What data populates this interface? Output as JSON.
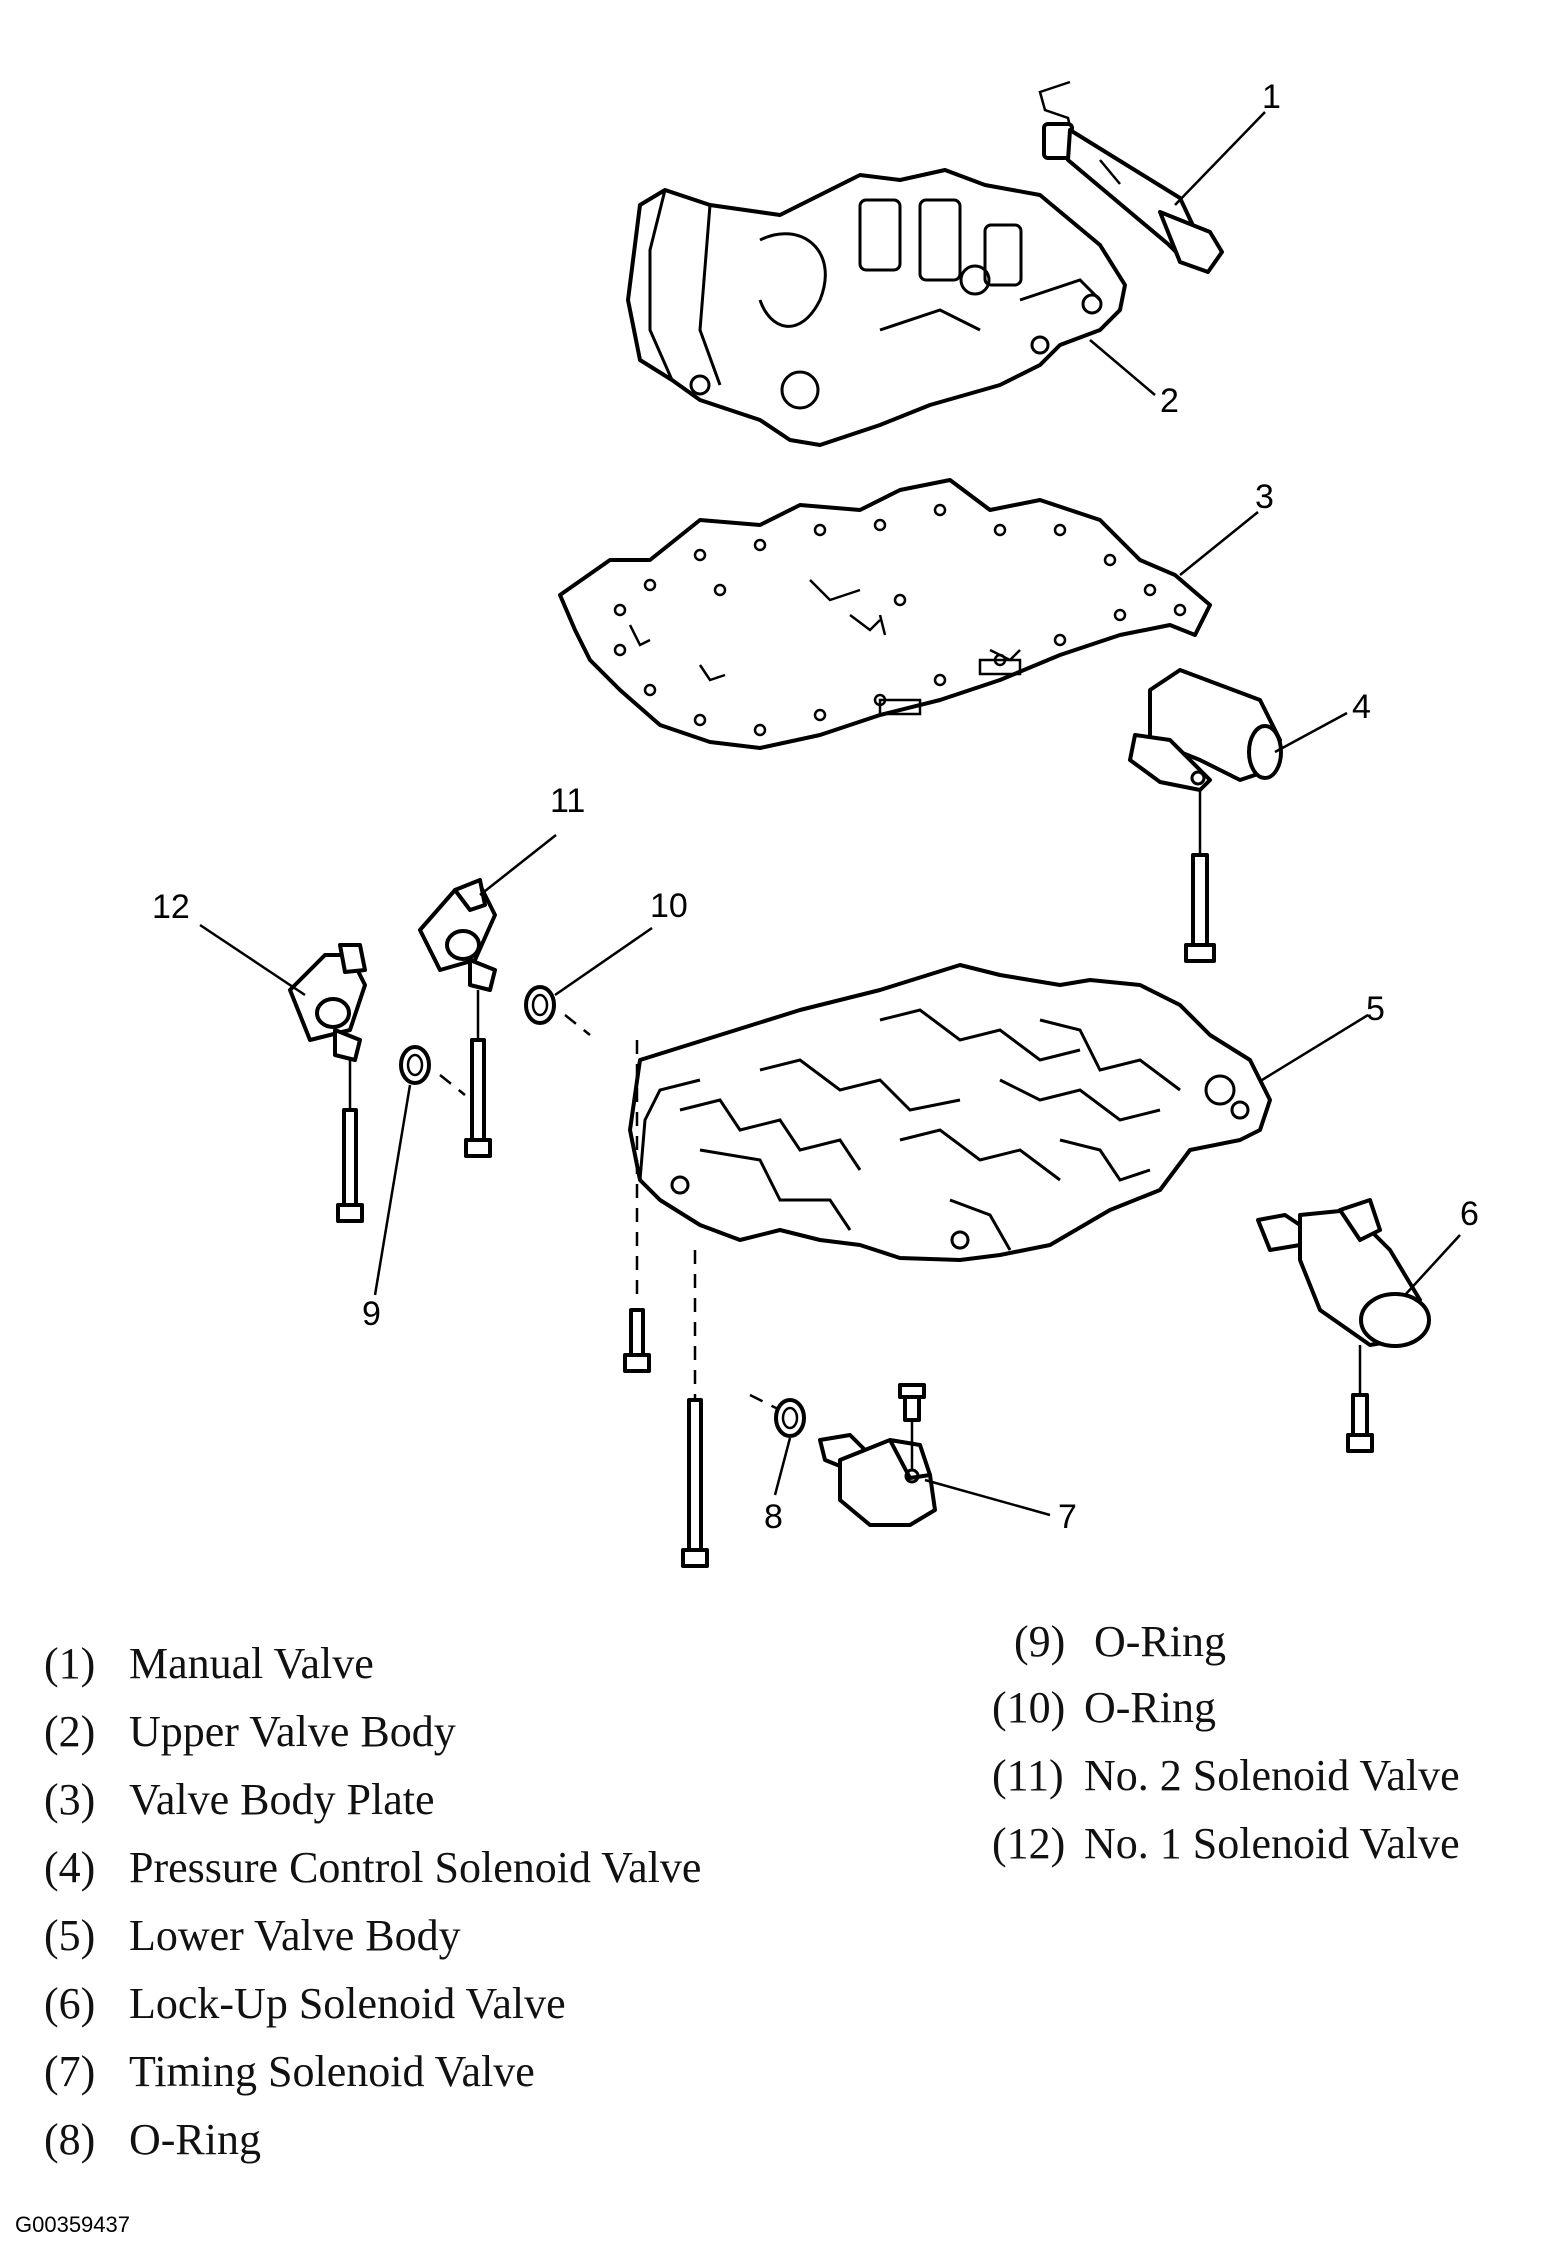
{
  "callouts": [
    {
      "n": "1",
      "name": "Manual Valve"
    },
    {
      "n": "2",
      "name": "Upper Valve Body"
    },
    {
      "n": "3",
      "name": "Valve Body Plate"
    },
    {
      "n": "4",
      "name": "Pressure Control Solenoid Valve"
    },
    {
      "n": "5",
      "name": "Lower Valve Body"
    },
    {
      "n": "6",
      "name": "Lock-Up Solenoid Valve"
    },
    {
      "n": "7",
      "name": "Timing Solenoid Valve"
    },
    {
      "n": "8",
      "name": "O-Ring"
    },
    {
      "n": "9",
      "name": "O-Ring"
    },
    {
      "n": "10",
      "name": "O-Ring"
    },
    {
      "n": "11",
      "name": "No. 2 Solenoid Valve"
    },
    {
      "n": "12",
      "name": "No. 1 Solenoid Valve"
    }
  ],
  "legend_left": [
    {
      "num": "(1)",
      "label": "Manual Valve"
    },
    {
      "num": "(2)",
      "label": "Upper Valve Body"
    },
    {
      "num": "(3)",
      "label": "Valve Body Plate"
    },
    {
      "num": "(4)",
      "label": "Pressure Control Solenoid Valve"
    },
    {
      "num": "(5)",
      "label": "Lower Valve Body"
    },
    {
      "num": "(6)",
      "label": "Lock-Up Solenoid Valve"
    },
    {
      "num": "(7)",
      "label": "Timing Solenoid Valve"
    },
    {
      "num": "(8)",
      "label": "O-Ring"
    }
  ],
  "legend_right": [
    {
      "num": "(9)",
      "label": "O-Ring"
    },
    {
      "num": "(10)",
      "label": "O-Ring"
    },
    {
      "num": "(11)",
      "label": "No. 2 Solenoid Valve"
    },
    {
      "num": "(12)",
      "label": "No. 1 Solenoid Valve"
    }
  ],
  "figure_id": "G00359437"
}
